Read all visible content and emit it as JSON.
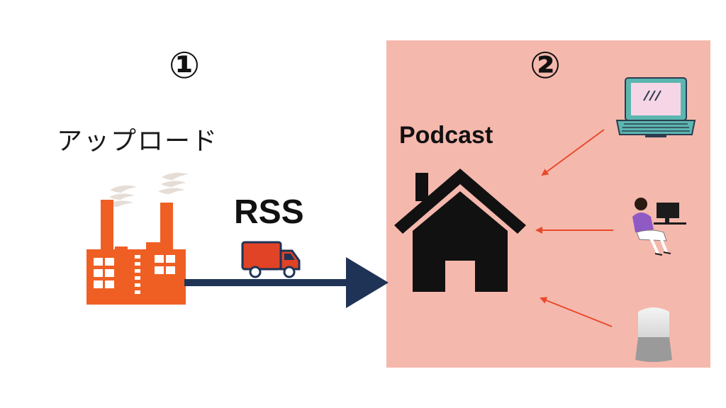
{
  "steps": [
    {
      "number": "①"
    },
    {
      "number": "②"
    }
  ],
  "upload_label": "アップロード",
  "rss_label": "RSS",
  "podcast_label": "Podcast",
  "colors": {
    "panel": "#f5b8ad",
    "factory": "#ef5f24",
    "arrow": "#1f3356",
    "listener_arrows": "#e8492b",
    "house": "#111111",
    "truck": "#e04326"
  },
  "icons": [
    "factory-icon",
    "truck-icon",
    "house-icon",
    "laptop-icon",
    "person-at-computer-icon",
    "smart-speaker-icon"
  ]
}
